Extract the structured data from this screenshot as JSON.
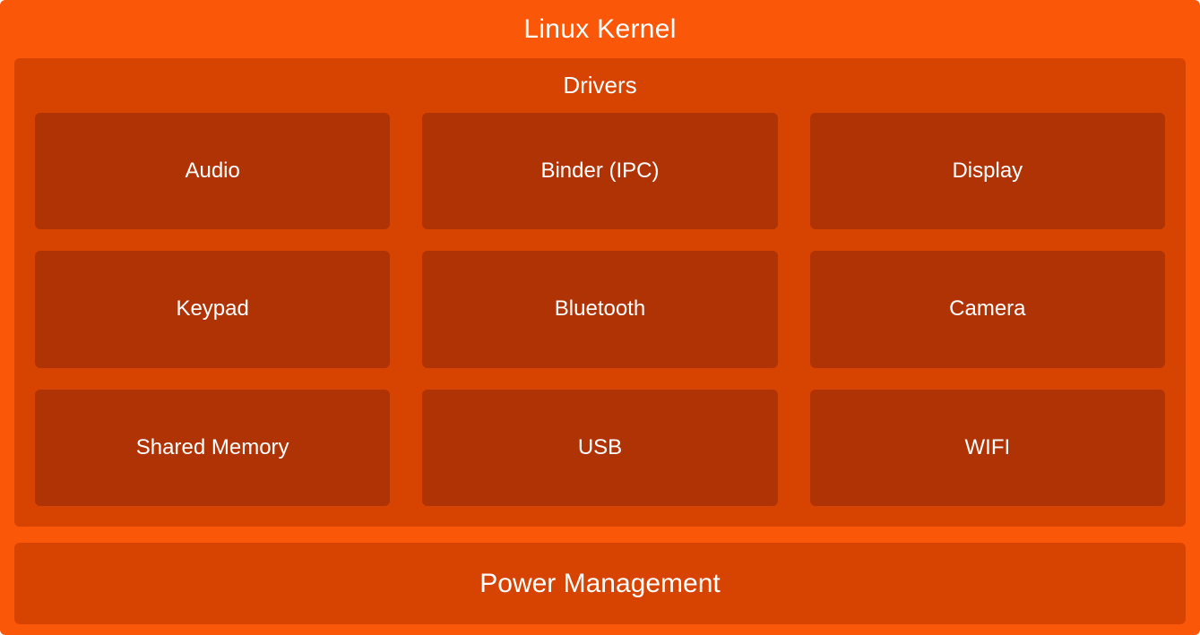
{
  "title": "Linux Kernel",
  "drivers": {
    "title": "Drivers",
    "items": [
      {
        "label": "Audio"
      },
      {
        "label": "Binder (IPC)"
      },
      {
        "label": "Display"
      },
      {
        "label": "Keypad"
      },
      {
        "label": "Bluetooth"
      },
      {
        "label": "Camera"
      },
      {
        "label": "Shared Memory"
      },
      {
        "label": "USB"
      },
      {
        "label": "WIFI"
      }
    ]
  },
  "power_management": {
    "label": "Power Management"
  },
  "colors": {
    "kernel-bg": "#FB5708",
    "section-bg": "#D74301",
    "box-bg": "#B03305",
    "text": "#FFFFFF"
  }
}
